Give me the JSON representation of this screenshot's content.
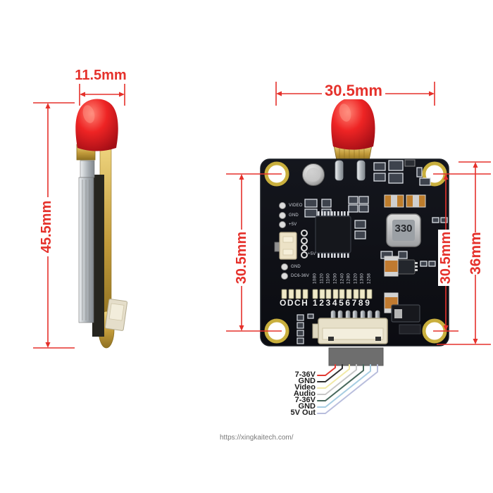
{
  "dimensions": {
    "side_width": "11.5mm",
    "side_height": "45.5mm",
    "board_width": "30.5mm",
    "hole_span_left": "30.5mm",
    "hole_span_right": "30.5mm",
    "board_height": "36mm"
  },
  "board": {
    "pad_labels_top": [
      "VIDEO",
      "GND",
      "+5V"
    ],
    "pad_label_mid": "+5V",
    "pad_labels_bottom": [
      "GND",
      "DC6-36V"
    ],
    "inductor_value": "330",
    "channel_prefix": "ODCH",
    "channel_digits": "123456789",
    "frequencies": [
      "1080",
      "1120",
      "1160",
      "1200",
      "1240",
      "1280",
      "1320",
      "1360",
      "1258"
    ]
  },
  "wiring": {
    "labels": [
      "7-36V",
      "GND",
      "Video",
      "Audio",
      "7-36V",
      "GND",
      "5V Out"
    ],
    "colors": [
      "#e23b33",
      "#2f2f2f",
      "#f1e9a6",
      "#c7c7c7",
      "#47685c",
      "#a7cde2",
      "#b9bedd"
    ]
  },
  "footer": {
    "url": "https://xingkaitech.com/"
  },
  "colors": {
    "dimension_red": "#e5312b",
    "cap_red": "#e81e25",
    "pcb": "#10131a"
  }
}
